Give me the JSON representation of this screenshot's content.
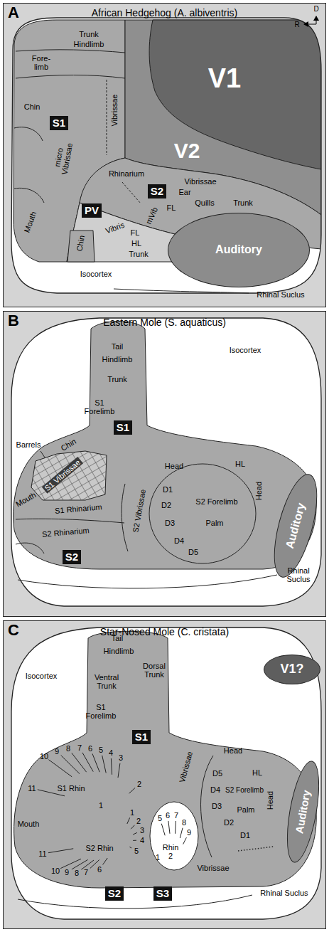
{
  "diagram": {
    "nodes": [
      {
        "text": [
          "A",
          "African Hedgehog (A. albiventris)"
        ]
      },
      {
        "text": [
          "S1"
        ],
        "in": 0
      },
      {
        "text": [
          "V1"
        ],
        "in": 0
      },
      {
        "text": [
          "V2"
        ],
        "in": 0
      },
      {
        "text": [
          "S2"
        ],
        "in": 0
      },
      {
        "text": [
          "PV"
        ],
        "in": 0
      },
      {
        "text": [
          "Auditory"
        ],
        "in": 0
      },
      {
        "text": [
          "B",
          "Eastern Mole (S. aquaticus)"
        ]
      },
      {
        "text": [
          "S1"
        ],
        "in": 7
      },
      {
        "text": [
          "S2"
        ],
        "in": 7
      },
      {
        "text": [
          "Auditory"
        ],
        "in": 7
      },
      {
        "text": [
          "C",
          "Star-Nosed Mole (C. cristata)"
        ]
      },
      {
        "text": [
          "S1"
        ],
        "in": 11
      },
      {
        "text": [
          "V1?"
        ],
        "in": 11
      },
      {
        "text": [
          "S2"
        ],
        "in": 11
      },
      {
        "text": [
          "S3"
        ],
        "in": 11
      },
      {
        "text": [
          "Auditory"
        ],
        "in": 11
      }
    ],
    "labels": [
      "Trunk",
      "Hindlimb",
      "Fore- limb",
      "Vibrissae",
      "Chin",
      "micro Vibrissae",
      "Mouth",
      "Rhinarium",
      "Vibrissae",
      "Ear",
      "Quills",
      "Trunk",
      "FL",
      "mVib",
      "Vibris",
      "FL",
      "Chin",
      "HL",
      "Trunk",
      "Isocortex",
      "Rhinal Suclus",
      "D",
      "R",
      "Isocortex",
      "Tail",
      "Hindlimb",
      "Trunk",
      "S1 Forelimb",
      "Chin",
      "Barrels",
      "S1 Vibrissae",
      "Mouth",
      "S1 Rhinarium",
      "S2 Rhinarium",
      "Head",
      "S2 Vibrissae",
      "HL",
      "Head",
      "D1",
      "D2",
      "D3",
      "D4",
      "D5",
      "S2 Forelimb",
      "Palm",
      "Rhinal Suclus",
      "Tail",
      "Hindlimb",
      "Isocortex",
      "Dorsal Trunk",
      "Ventral Trunk",
      "S1 Forelimb",
      "Vibrissae",
      "Head",
      "HL",
      "Head",
      "D5",
      "D4",
      "D3",
      "D2",
      "D1",
      "S2 Forelimb",
      "Palm",
      "Mouth",
      "10",
      "9",
      "8",
      "7",
      "6",
      "5",
      "4",
      "3",
      "S1 Rhin",
      "11",
      "1",
      "2",
      "1",
      "2",
      "3",
      "4",
      "5",
      "S2 Rhin",
      "11",
      "10",
      "9",
      "8",
      "7",
      "6",
      "5",
      "6",
      "7",
      "8",
      "9",
      "1",
      "Rhin 2",
      "Vibrissae",
      "Rhinal Suclus"
    ]
  }
}
